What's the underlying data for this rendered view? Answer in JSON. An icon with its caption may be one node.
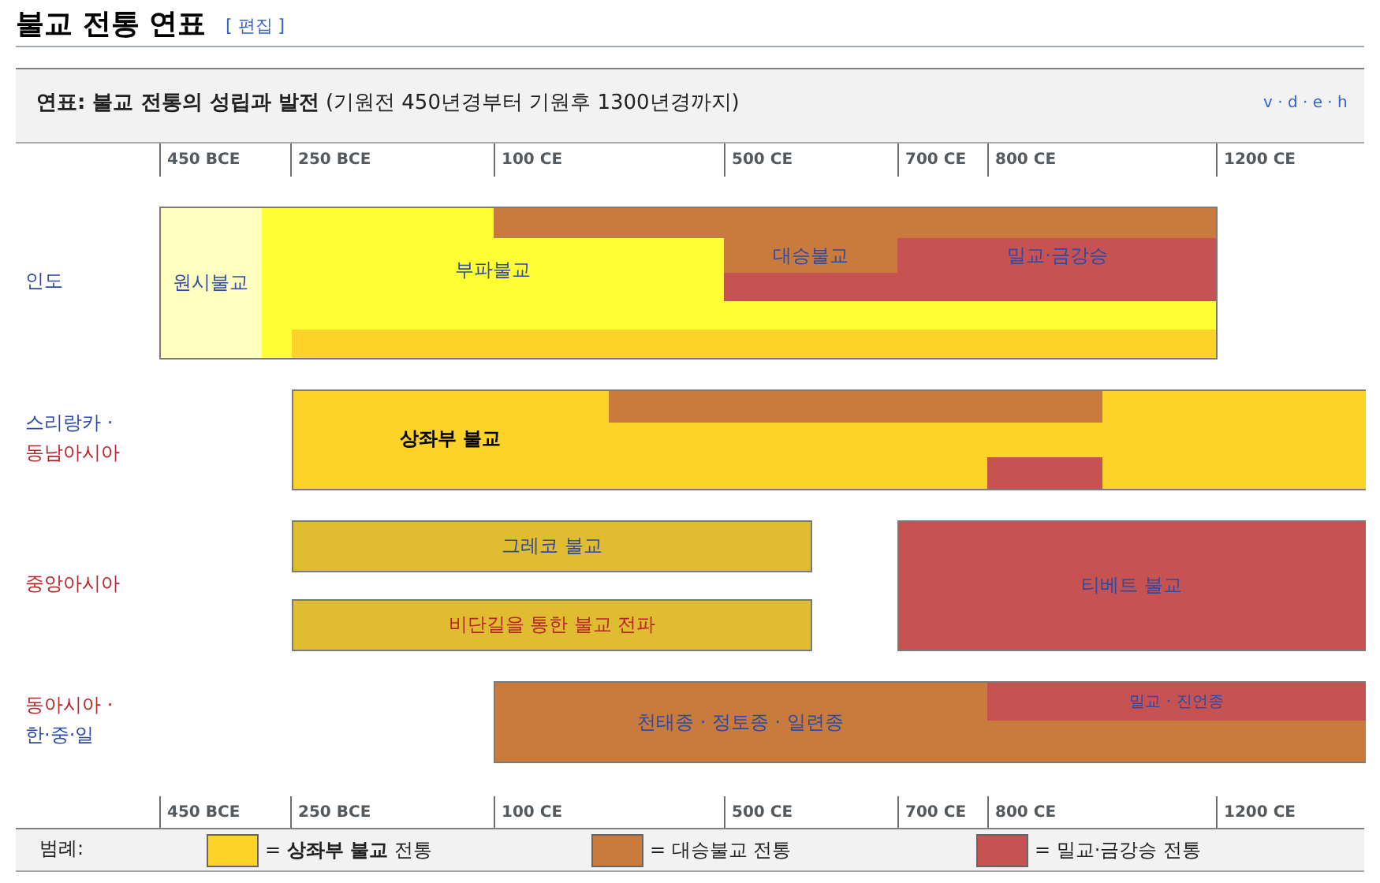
{
  "diagram": {
    "title": "불교 전통 연표",
    "caption": "**연표: 불교 전통의 성립과 발전** (기원전 450년경부터 기원후 1300년경까지)",
    "nodes": [
      {
        "text": [
          "원시불교"
        ]
      },
      {
        "text": [
          "부파불교"
        ]
      },
      {
        "text": [],
        "shape": "bar",
        "in": 1
      },
      {
        "text": [
          "대승불교"
        ],
        "in": 1
      },
      {
        "text": [
          "밀교·금강승"
        ],
        "in": 1
      },
      {
        "text": [],
        "shape": "bar",
        "in": 1
      },
      {
        "text": [],
        "shape": "bar",
        "in": 1
      },
      {
        "text": [
          "상좌부 불교"
        ]
      },
      {
        "text": [],
        "shape": "bar",
        "in": 7
      },
      {
        "text": [],
        "shape": "bar",
        "in": 7
      },
      {
        "text": [
          "그레코 불교"
        ]
      },
      {
        "text": [
          "비단길을 통한 불교 전파"
        ]
      },
      {
        "text": [
          "티베트 불교"
        ]
      },
      {
        "text": [
          "천태종 · 정토종 · 일련종"
        ]
      },
      {
        "text": [
          "밀교 · 진언종"
        ],
        "in": 13
      }
    ],
    "labels": [
      "[ 편집 ]",
      "v · d · e · h",
      "450 BCE",
      "250 BCE",
      "100 CE",
      "500 CE",
      "700 CE",
      "800 CE",
      "1200 CE",
      "인도",
      "스리랑카 ·",
      "동남아시아",
      "중앙아시아",
      "동아시아 ·",
      "한·중·일",
      "450 BCE",
      "250 BCE",
      "100 CE",
      "500 CE",
      "700 CE",
      "800 CE",
      "1200 CE",
      "범례:"
    ],
    "legend": [
      {
        "text": "= **상좌부 불교** 전통",
        "color": "#fdd32a"
      },
      {
        "text": "= 대승불교 전통",
        "color": "#c87b3c"
      },
      {
        "text": "= 밀교·금강승 전통",
        "color": "#c75252"
      }
    ]
  }
}
